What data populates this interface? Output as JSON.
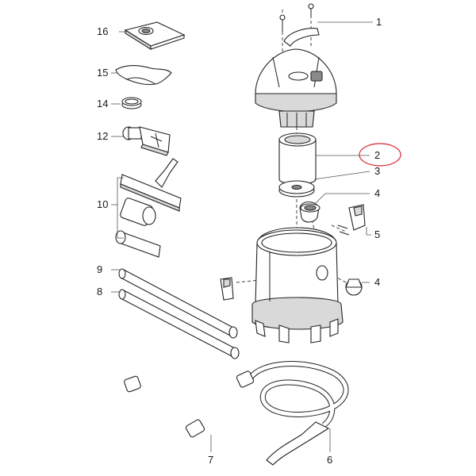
{
  "diagram": {
    "labels": [
      "16",
      "15",
      "14",
      "12",
      "10",
      "9",
      "8",
      "1",
      "2",
      "3",
      "4",
      "4",
      "5",
      "7",
      "6"
    ],
    "highlight_color": "#d9232e"
  }
}
